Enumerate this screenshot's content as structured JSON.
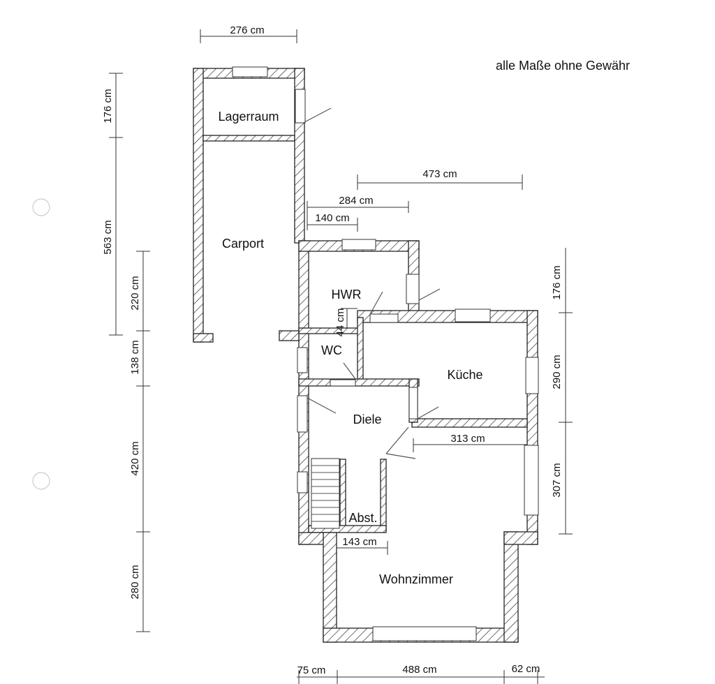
{
  "note": "alle Maße ohne Gewähr",
  "rooms": {
    "lagerraum": "Lagerraum",
    "carport": "Carport",
    "hwr": "HWR",
    "wc": "WC",
    "kueche": "Küche",
    "diele": "Diele",
    "abst": "Abst.",
    "wohnzimmer": "Wohnzimmer"
  },
  "dimensions": {
    "top_carport_width": "276 cm",
    "top_473": "473 cm",
    "top_284": "284 cm",
    "top_140": "140 cm",
    "wc_44": "44 cm",
    "kueche_313": "313 cm",
    "abst_143": "143 cm",
    "bottom_75": "75 cm",
    "bottom_488": "488 cm",
    "bottom_62": "62 cm",
    "left_176": "176 cm",
    "left_563": "563 cm",
    "left_220": "220 cm",
    "left_138": "138 cm",
    "left_420": "420 cm",
    "left_280": "280 cm",
    "right_176": "176 cm",
    "right_290": "290 cm",
    "right_307": "307 cm"
  }
}
